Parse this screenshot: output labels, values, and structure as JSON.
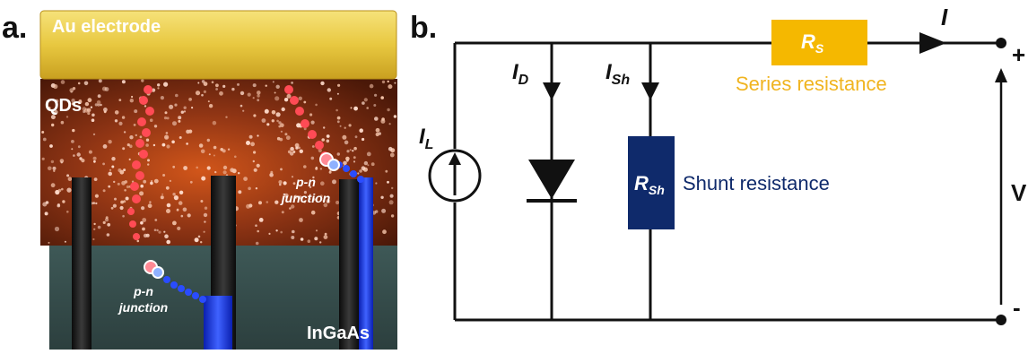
{
  "panel_a": {
    "label": "a.",
    "electrode_label": "Au electrode",
    "qds_label": "QDs",
    "junction_label_1": [
      "p-n",
      "junction"
    ],
    "junction_label_2": [
      "p-n",
      "junction"
    ],
    "substrate_label": "InGaAs"
  },
  "panel_b": {
    "label": "b.",
    "current_I": "I",
    "current_IL": {
      "main": "I",
      "sub": "L"
    },
    "current_ID": {
      "main": "I",
      "sub": "D"
    },
    "current_ISh": {
      "main": "I",
      "sub": "Sh"
    },
    "rs_label": {
      "main": "R",
      "sub": "S"
    },
    "rsh_label": {
      "main": "R",
      "sub": "Sh"
    },
    "series_label": "Series resistance",
    "shunt_label": "Shunt resistance",
    "plus": "+",
    "minus": "-",
    "voltage": "V",
    "colors": {
      "series": "#f5b800",
      "shunt": "#0f2a6b",
      "series_text": "#f0b420"
    }
  }
}
